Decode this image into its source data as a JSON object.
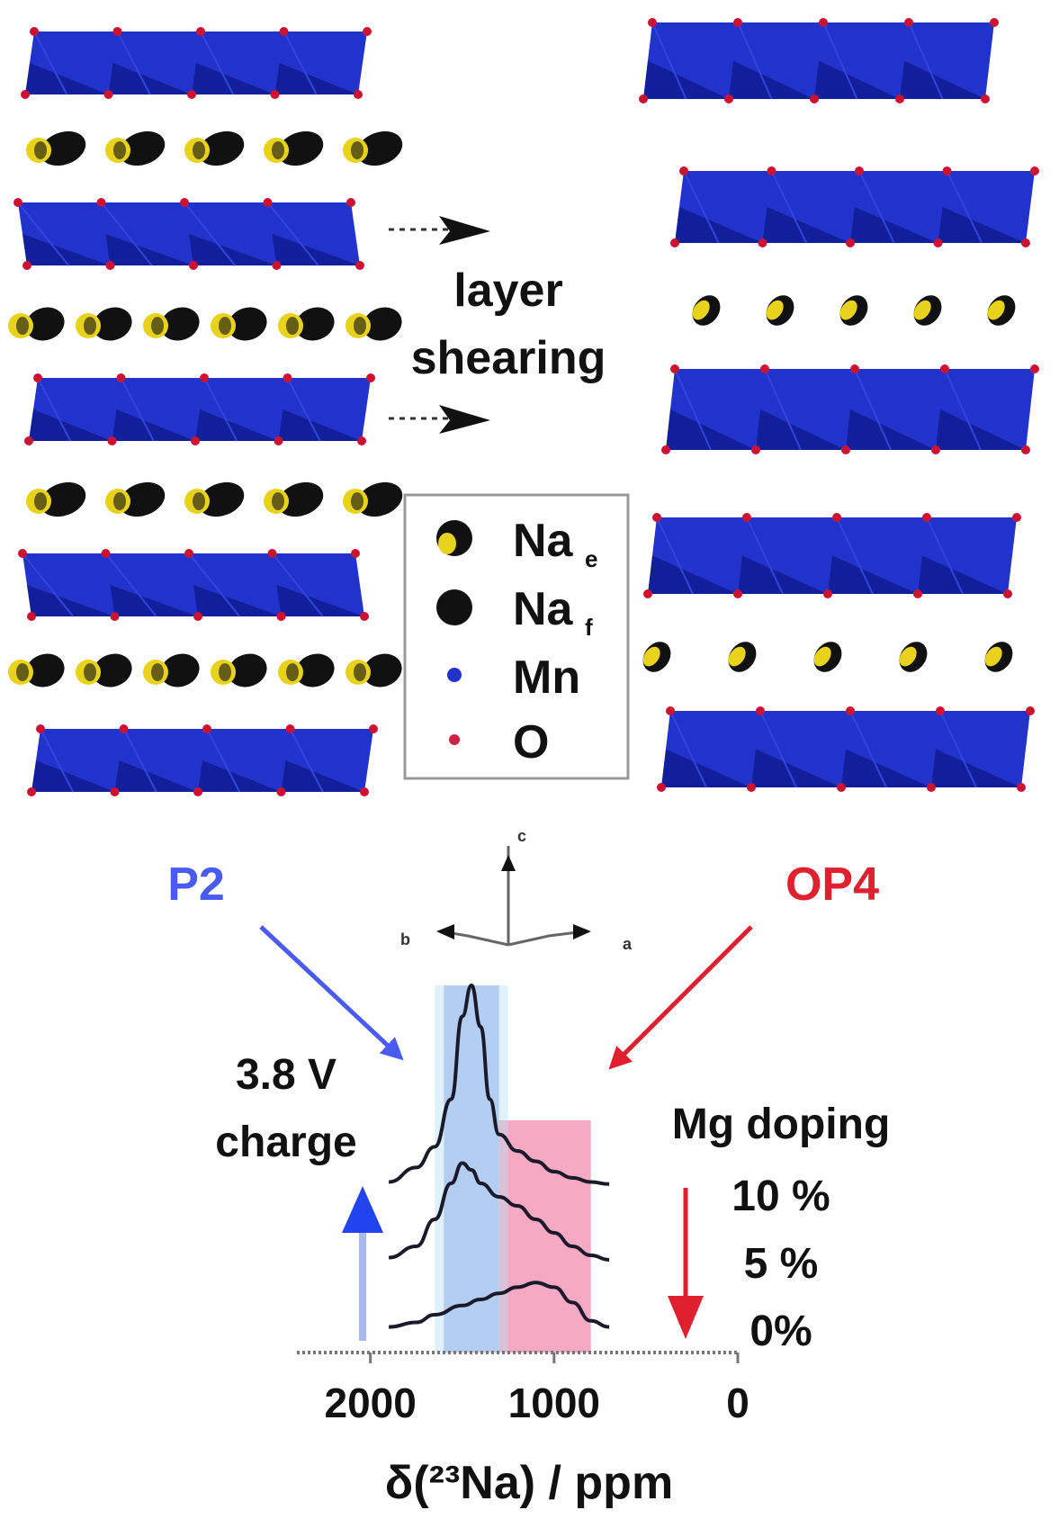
{
  "shear_label": {
    "line1": "layer",
    "line2": "shearing"
  },
  "legend": {
    "items": [
      {
        "label": "Na",
        "sub": "e",
        "color": "#e8d21c",
        "shape": "yellow-black-sphere"
      },
      {
        "label": "Na",
        "sub": "f",
        "color": "#111111",
        "shape": "black-sphere"
      },
      {
        "label": "Mn",
        "sub": "",
        "color": "#2233cc",
        "shape": "blue-dot"
      },
      {
        "label": "O",
        "sub": "",
        "color": "#cc2244",
        "shape": "red-dot"
      }
    ]
  },
  "phases": {
    "left": "P2",
    "right": "OP4",
    "left_color": "#4a5bf0",
    "right_color": "#e0202e"
  },
  "axes_glyph": {
    "up": "c",
    "left": "b",
    "right": "a"
  },
  "voltage_label": {
    "line1": "3.8 V",
    "line2": "charge"
  },
  "doping_label": {
    "title": "Mg doping",
    "levels": [
      "10 %",
      "5 %",
      "0%"
    ]
  },
  "colors": {
    "octahedra": "#2233cc",
    "octahedra_dark": "#0e1a8a",
    "oxygen": "#cc1133",
    "na_yellow": "#e8d21c",
    "p2_band": "#a9b8ee",
    "op4_band": "#f4a0bb"
  },
  "chart_data": {
    "type": "line",
    "xlabel": "δ(²³Na) / ppm",
    "x_ticks": [
      "2000",
      "1000",
      "0"
    ],
    "x_tick_values": [
      2000,
      1000,
      0
    ],
    "xlim": [
      2400,
      0
    ],
    "x_reversed": true,
    "bands": [
      {
        "from": 1600,
        "to": 1300,
        "color": "#a9b8ee"
      },
      {
        "from": 1300,
        "to": 800,
        "color": "#f4a0bb"
      }
    ],
    "series": [
      {
        "name": "10 %",
        "x": [
          1900,
          1750,
          1650,
          1560,
          1500,
          1450,
          1400,
          1350,
          1300,
          1200,
          1100,
          1000,
          900,
          800,
          700
        ],
        "y": [
          0.05,
          0.12,
          0.22,
          0.45,
          0.85,
          1.0,
          0.8,
          0.45,
          0.28,
          0.2,
          0.15,
          0.1,
          0.07,
          0.05,
          0.04
        ]
      },
      {
        "name": "5 %",
        "x": [
          1900,
          1750,
          1650,
          1560,
          1500,
          1450,
          1400,
          1300,
          1200,
          1100,
          1000,
          900,
          800,
          700
        ],
        "y": [
          0.03,
          0.08,
          0.2,
          0.36,
          0.45,
          0.42,
          0.36,
          0.3,
          0.26,
          0.2,
          0.14,
          0.08,
          0.04,
          0.02
        ]
      },
      {
        "name": "0%",
        "x": [
          1900,
          1750,
          1650,
          1500,
          1400,
          1300,
          1200,
          1100,
          1000,
          900,
          800,
          700
        ],
        "y": [
          0.02,
          0.05,
          0.1,
          0.16,
          0.2,
          0.24,
          0.28,
          0.31,
          0.28,
          0.18,
          0.06,
          0.02
        ]
      }
    ]
  }
}
